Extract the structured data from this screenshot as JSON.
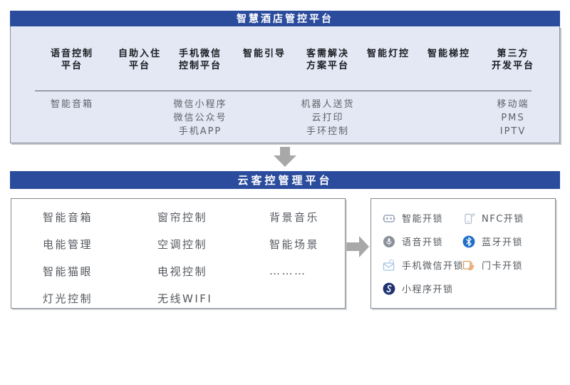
{
  "colors": {
    "header_blue": "#2b4b9d",
    "top_panel_bg": "#e3e8f4",
    "arrow_gray": "#a8a8a8",
    "dark_text": "#1b1c22",
    "gray_text": "#54585e",
    "miniprogram_navy": "#1e3170",
    "bluetooth_blue": "#1f6ec9"
  },
  "top_section": {
    "title": "智慧酒店管控平台",
    "columns": [
      {
        "title": "语音控制\n平台",
        "items": [
          "智能音箱"
        ]
      },
      {
        "title": "自助入住\n平台",
        "items": []
      },
      {
        "title": "手机微信\n控制平台",
        "items": [
          "微信小程序",
          "微信公众号",
          "手机APP"
        ]
      },
      {
        "title": "智能引导",
        "items": []
      },
      {
        "title": "客需解决\n方案平台",
        "items": [
          "机器人送货",
          "云打印",
          "手环控制"
        ]
      },
      {
        "title": "智能灯控",
        "items": []
      },
      {
        "title": "智能梯控",
        "items": []
      },
      {
        "title": "第三方\n开发平台",
        "items": [
          "移动端",
          "PMS",
          "IPTV"
        ]
      }
    ]
  },
  "bottom_section": {
    "title": "云客控管理平台",
    "left_box": {
      "columns": [
        [
          "智能音箱",
          "电能管理",
          "智能猫眼",
          "灯光控制"
        ],
        [
          "窗帘控制",
          "空调控制",
          "电视控制",
          "无线WIFI"
        ],
        [
          "背景音乐",
          "智能场景",
          "………",
          ""
        ]
      ]
    },
    "right_box": {
      "unlock_left": [
        {
          "icon": "robot-icon",
          "label": "智能开锁"
        },
        {
          "icon": "microphone-icon",
          "label": "语音开锁"
        },
        {
          "icon": "wechat-envelope-icon",
          "label": "手机微信开锁"
        },
        {
          "icon": "miniprogram-icon",
          "label": "小程序开锁"
        }
      ],
      "unlock_right": [
        {
          "icon": "nfc-phone-icon",
          "label": "NFC开锁"
        },
        {
          "icon": "bluetooth-icon",
          "label": "蓝牙开锁"
        },
        {
          "icon": "keycard-hand-icon",
          "label": "门卡开锁"
        }
      ]
    }
  }
}
